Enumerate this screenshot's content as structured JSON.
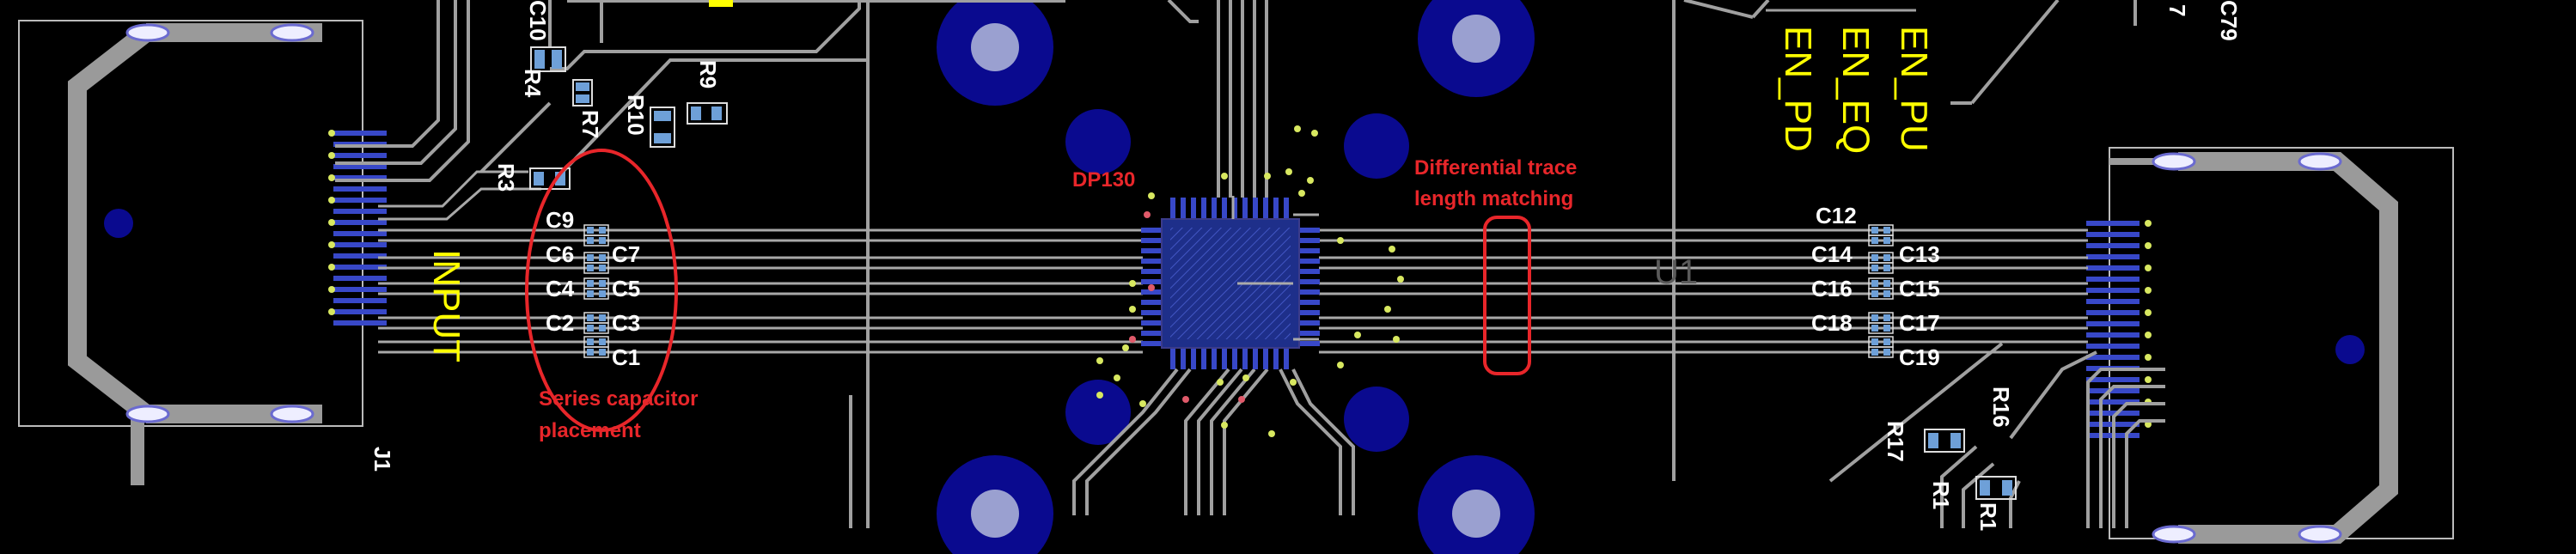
{
  "annotations": {
    "ic_label": "DP130",
    "diff_label_1": "Differential trace",
    "diff_label_2": "length matching",
    "cap_label_1": "Series capacitor",
    "cap_label_2": "placement"
  },
  "silkscreen": {
    "input": "INPUT",
    "j1": "J1",
    "u1": "U1",
    "en_pu": "EN_PU",
    "en_eq": "EN_EQ",
    "en_pd": "EN_PD",
    "c79": "C79",
    "seven": "7",
    "r1": "R1",
    "r3": "R3",
    "r4": "R4",
    "r7": "R7",
    "r9": "R9",
    "r10": "R10",
    "r16": "R16",
    "r17": "R17",
    "c10": "C10",
    "left_caps": [
      "C9",
      "C6",
      "C7",
      "C4",
      "C5",
      "C2",
      "C3",
      "C1"
    ],
    "right_caps": [
      "C12",
      "C14",
      "C13",
      "C16",
      "C15",
      "C18",
      "C17",
      "C19"
    ]
  },
  "colors": {
    "background": "#000000",
    "trace": "#a9a9a9",
    "via_pad": "#0a0a8f",
    "via_center": "#9aa0d0",
    "silkscreen": "#ffffff",
    "silkscreen_yellow": "#ffff00",
    "annotation": "#e8262a",
    "ic_body": "#1e2f8a"
  }
}
